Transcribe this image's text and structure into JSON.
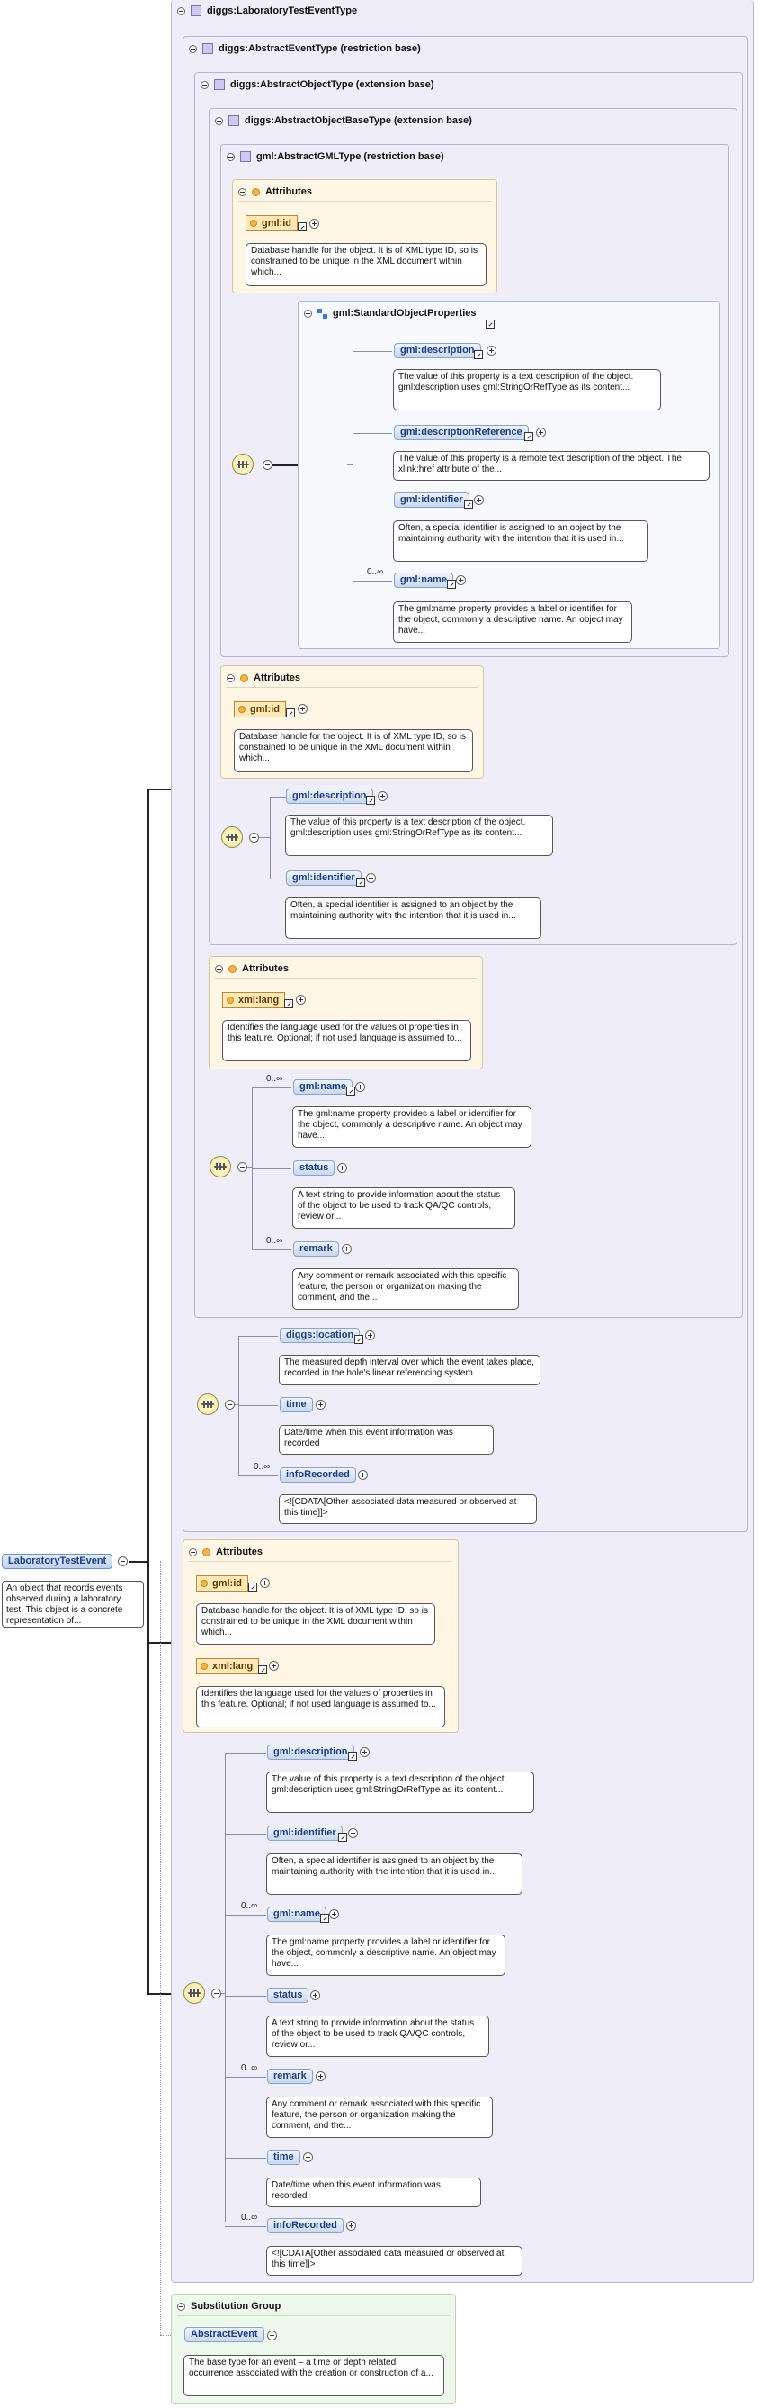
{
  "root": {
    "name": "LaboratoryTestEvent",
    "doc": "An object that records events observed during a laboratory test. This object is a concrete representation of..."
  },
  "types": {
    "t1": "diggs:LaboratoryTestEventType",
    "t2": "diggs:AbstractEventType (restriction base)",
    "t3": "diggs:AbstractObjectType (extension base)",
    "t4": "diggs:AbstractObjectBaseType (extension base)",
    "t5": "gml:AbstractGMLType (restriction base)",
    "std": "gml:StandardObjectProperties"
  },
  "labels": {
    "attributes": "Attributes",
    "substitution_group": "Substitution Group",
    "card_many": "0..∞"
  },
  "attrs": {
    "gml_id": "gml:id",
    "gml_id_doc": "Database handle for the object. It is of XML type ID, so is constrained to be unique in the XML document within which...",
    "xml_lang": "xml:lang",
    "xml_lang_doc": "Identifies the language used for the values of properties in this feature. Optional; if not used language is assumed to..."
  },
  "elements": {
    "description": "gml:description",
    "description_doc": "The value of this property is a text description of the object. gml:description uses gml:StringOrRefType as its content...",
    "descriptionReference": "gml:descriptionReference",
    "descriptionReference_doc": "The value of this property is a remote text description of the object. The xlink:href attribute of the...",
    "identifier": "gml:identifier",
    "identifier_doc": "Often, a special identifier is assigned to an object by the maintaining authority with the intention that it is used in...",
    "name": "gml:name",
    "name_doc": "The gml:name property provides a label or identifier for the object, commonly a descriptive name. An object may have...",
    "status": "status",
    "status_doc": "A text string to provide information about the status of the object to be used to track QA/QC controls, review or...",
    "remark": "remark",
    "remark_doc": "Any comment or remark associated with this specific feature, the person or organization making the comment, and the...",
    "location": "diggs:location",
    "location_doc": "The measured depth interval over which the event takes place, recorded in the hole's linear referencing system.",
    "time": "time",
    "time_doc": "Date/time when this event information was recorded",
    "infoRecorded": "infoRecorded",
    "infoRecorded_doc": "<![CDATA[Other associated data measured or observed at this time]]>"
  },
  "substitution": {
    "name": "AbstractEvent",
    "doc": "The base type for an event – a time or depth related occurrence associated with the creation or construction of a..."
  }
}
